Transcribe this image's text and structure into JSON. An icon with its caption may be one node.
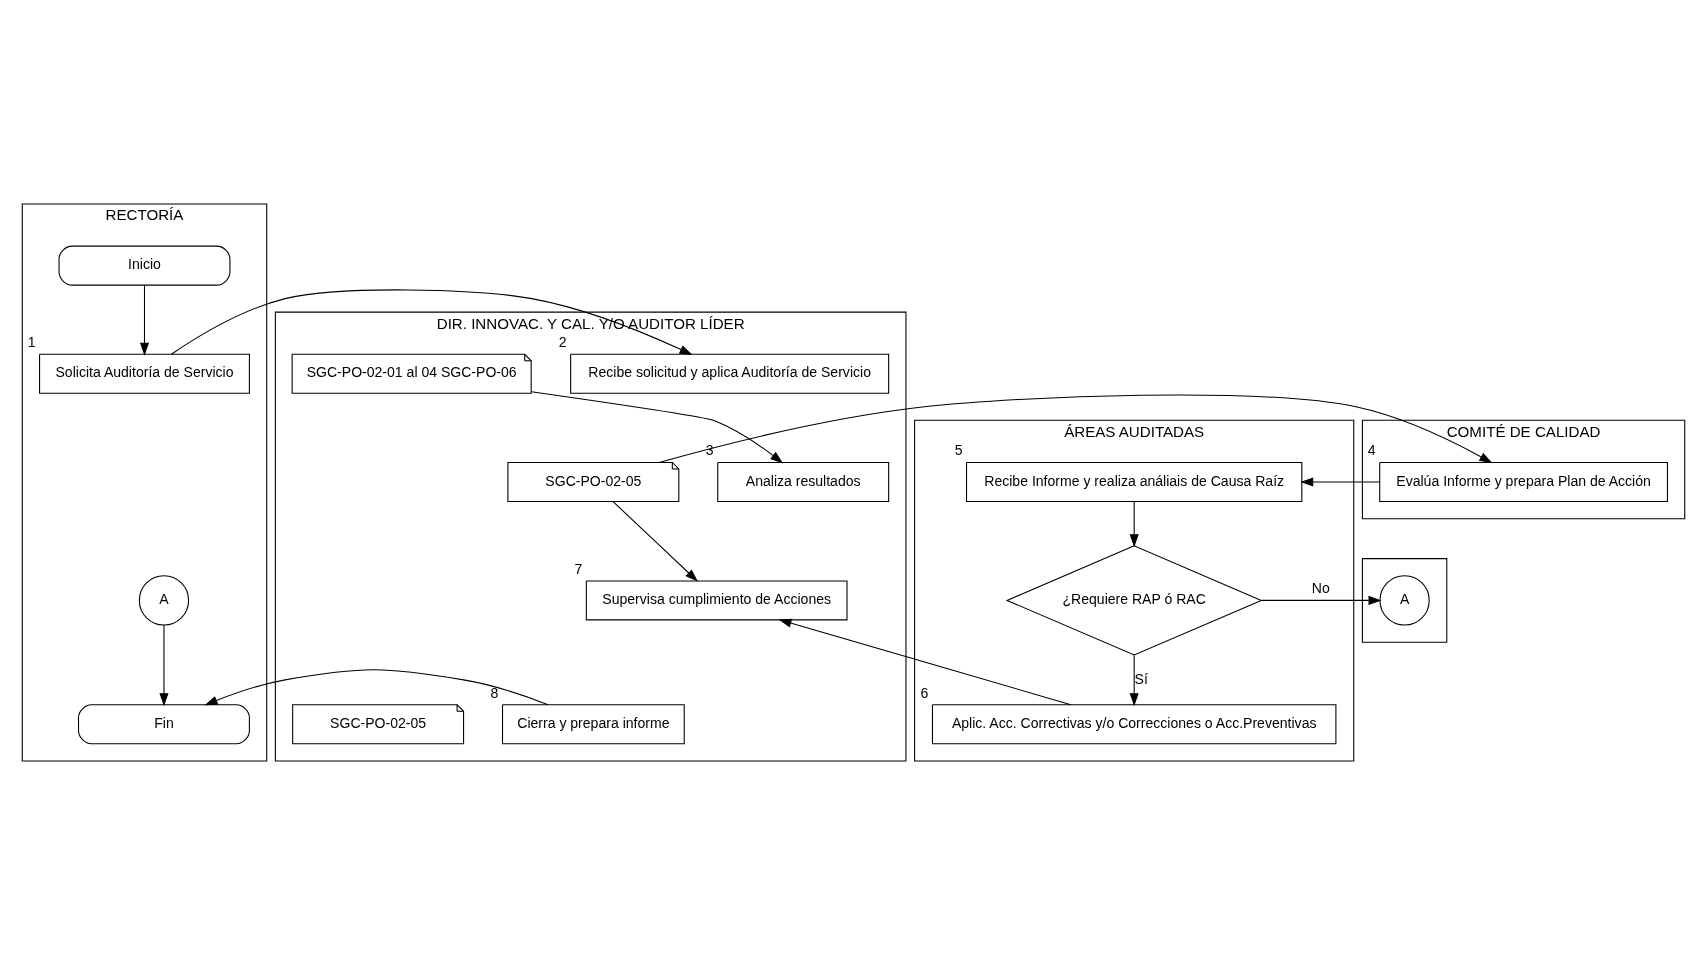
{
  "diagram": {
    "nodes": [
      {
        "text": [
          "RECTORÍA"
        ]
      },
      {
        "text": [
          "DIR. INNOVAC. Y CAL. Y/O AUDITOR LÍDER"
        ]
      },
      {
        "text": [
          "COMITÉ DE CALIDAD"
        ]
      },
      {
        "text": [
          "ÁREAS AUDITADAS"
        ]
      },
      {
        "text": [],
        "shape": "box"
      },
      {
        "text": [
          "Inicio"
        ],
        "in": 0
      },
      {
        "text": [
          "Solicita Auditoría de Servicio"
        ],
        "in": 0,
        "beside": [
          "1"
        ]
      },
      {
        "text": [
          "Recibe solicitud y aplica Auditoría de Servicio"
        ],
        "in": 1,
        "beside": [
          "2"
        ]
      },
      {
        "text": [
          "SGC-PO-02-01 al 04 SGC-PO-06"
        ],
        "in": 1
      },
      {
        "text": [
          "Analiza resultados"
        ],
        "in": 1,
        "beside": [
          "3"
        ]
      },
      {
        "text": [
          "SGC-PO-02-05"
        ],
        "in": 1
      },
      {
        "text": [
          "Evalúa Informe y prepara Plan de Acción"
        ],
        "in": 2,
        "beside": [
          "4"
        ]
      },
      {
        "text": [
          "Recibe Informe y realiza análiais de Causa Raíz"
        ],
        "in": 3,
        "beside": [
          "5"
        ]
      },
      {
        "text": [
          "¿Requiere RAP ó RAC"
        ],
        "in": 3
      },
      {
        "text": [
          "A"
        ],
        "in": 4
      },
      {
        "text": [
          "Aplic. Acc. Correctivas y/o Correcciones o Acc.Preventivas"
        ],
        "in": 3,
        "beside": [
          "6"
        ]
      },
      {
        "text": [
          "Supervisa cumplimiento de Acciones"
        ],
        "in": 1,
        "beside": [
          "7"
        ]
      },
      {
        "text": [
          "A"
        ],
        "in": 0
      },
      {
        "text": [
          "Fin"
        ],
        "in": 0
      },
      {
        "text": [
          "Cierra y prepara informe"
        ],
        "in": 1,
        "beside": [
          "8"
        ]
      },
      {
        "text": [
          "SGC-PO-02-05"
        ],
        "in": 1
      }
    ],
    "edges": [
      {
        "from": 5,
        "to": 6,
        "arrow": "to"
      },
      {
        "from": 6,
        "to": 7,
        "arrow": "to"
      },
      {
        "from": 8,
        "to": 9,
        "arrow": "to"
      },
      {
        "from": 10,
        "to": 11,
        "arrow": "to"
      },
      {
        "from": 11,
        "to": 12,
        "arrow": "to"
      },
      {
        "from": 12,
        "to": 13,
        "arrow": "to"
      },
      {
        "from": 13,
        "to": 14,
        "arrow": "to",
        "label": "No"
      },
      {
        "from": 13,
        "to": 15,
        "arrow": "to",
        "label": "Sí"
      },
      {
        "from": 15,
        "to": 16,
        "arrow": "to"
      },
      {
        "from": 10,
        "to": 16,
        "arrow": "to"
      },
      {
        "from": 17,
        "to": 18,
        "arrow": "to"
      },
      {
        "from": 19,
        "to": 18,
        "arrow": "to"
      }
    ]
  }
}
